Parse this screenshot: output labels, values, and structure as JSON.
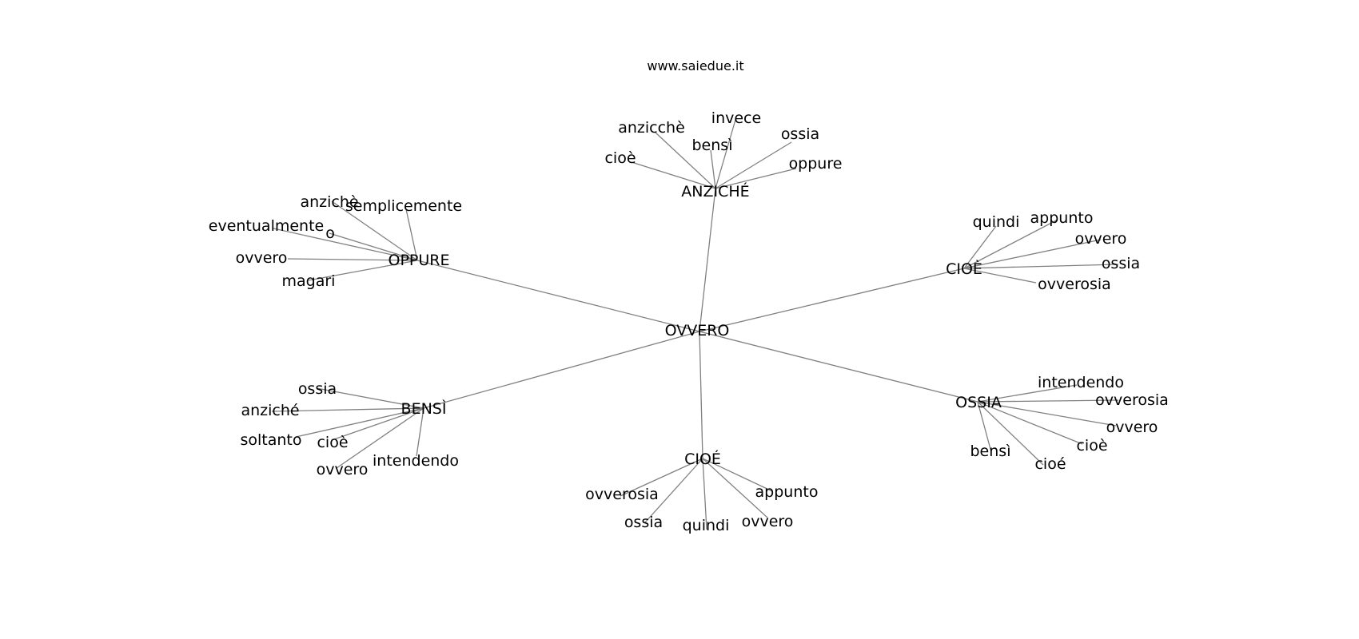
{
  "source": "www.saiedue.it",
  "graph": {
    "root": "OVVERO",
    "branches": [
      {
        "label": "ANZICHÉ",
        "children": [
          "cioè",
          "anzicchè",
          "bensì",
          "invece",
          "ossia",
          "oppure"
        ]
      },
      {
        "label": "OPPURE",
        "children": [
          "anzichè",
          "semplicemente",
          "eventualmente",
          "o",
          "ovvero",
          "magari"
        ]
      },
      {
        "label": "CIOÈ",
        "children": [
          "quindi",
          "appunto",
          "ovvero",
          "ossia",
          "ovverosia"
        ]
      },
      {
        "label": "BENSÌ",
        "children": [
          "ossia",
          "anziché",
          "soltanto",
          "cioè",
          "ovvero",
          "intendendo"
        ]
      },
      {
        "label": "OSSIA",
        "children": [
          "intendendo",
          "ovverosia",
          "ovvero",
          "cioè",
          "cioé",
          "bensì"
        ]
      },
      {
        "label": "CIOÉ",
        "children": [
          "ovverosia",
          "ossia",
          "quindi",
          "ovvero",
          "appunto"
        ]
      }
    ]
  }
}
